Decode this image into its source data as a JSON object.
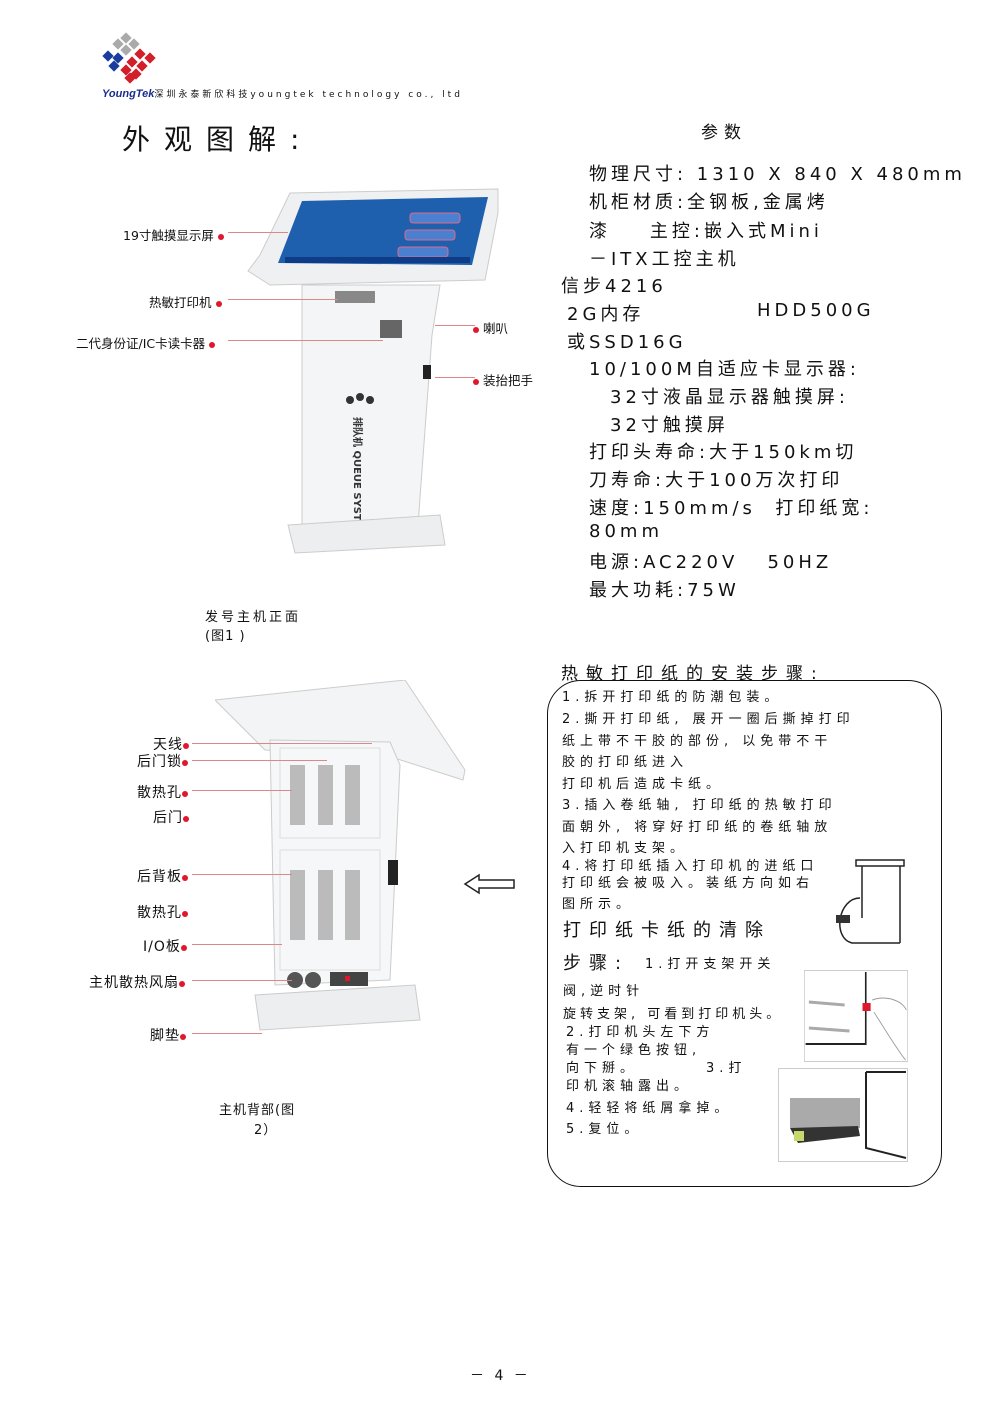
{
  "header": {
    "logo_text": "YoungTek",
    "company": "深圳永泰新欣科技youngtek technology co., ltd"
  },
  "title": "外观图解:",
  "specs": {
    "heading": "参数",
    "lines": [
      "物理尺寸: 1310 X 840 X 480mm",
      "机柜材质:全钢板,金属烤",
      "漆    主控:嵌入式Mini",
      "－ITX工控主机",
      "信步4216",
      "2G内存",
      "HDD500G",
      "或SSD16G",
      "10/100M自适应卡显示器:",
      "32寸液晶显示器触摸屏:",
      "32寸触摸屏",
      "打印头寿命:大于150km切",
      "刀寿命:大于100万次打印",
      "速度:150mm/s  打印纸宽:",
      "80mm",
      "电源:AC220V   50HZ",
      "最大功耗:75W"
    ]
  },
  "front_figure": {
    "labels": [
      "19寸触摸显示屏",
      "热敏打印机",
      "二代身份证/IC卡读卡器",
      "喇叭",
      "装抬把手"
    ],
    "caption": "发号主机正面",
    "caption_num": "(图1 )",
    "kiosk_text": "排队机 QUEUE SYSTEM"
  },
  "back_figure": {
    "labels": [
      "天线",
      "后门锁",
      "散热孔",
      "后门",
      "后背板",
      "散热孔",
      "I/O板",
      "主机散热风扇",
      "脚垫"
    ],
    "caption": "主机背部(图",
    "caption_num": "2）"
  },
  "install": {
    "heading": "热敏打印纸的安装步骤:",
    "lines": [
      "1.拆开打印纸的防潮包装。",
      "2.撕开打印纸, 展开一圈后撕掉打印",
      "纸上带不干胶的部份, 以免带不干",
      "胶的打印纸进入",
      "打印机后造成卡纸。",
      "3.插入卷纸轴, 打印纸的热敏打印",
      "面朝外, 将穿好打印纸的卷纸轴放",
      "入打印机支架。",
      "4.将打印纸插入打印机的进纸口",
      "打印纸会被吸入。装纸方向如右",
      "图所示。"
    ]
  },
  "jam": {
    "heading": "打印纸卡纸的清除",
    "steps_label": "步骤:",
    "lines": [
      "1.打开支架开关",
      "阀,逆时针",
      "旋转支架, 可看到打印机头。",
      "2.打印机头左下方",
      "有一个绿色按钮,",
      "向下掰。",
      "3.打",
      "印机滚轴露出。",
      "4.轻轻将纸屑拿掉。",
      "5.复位。"
    ]
  },
  "footer": {
    "page": "－ 4 －"
  },
  "colors": {
    "label_dot": "#e0182d",
    "logo_blue": "#1a3c9c",
    "logo_red": "#d21f2a"
  }
}
